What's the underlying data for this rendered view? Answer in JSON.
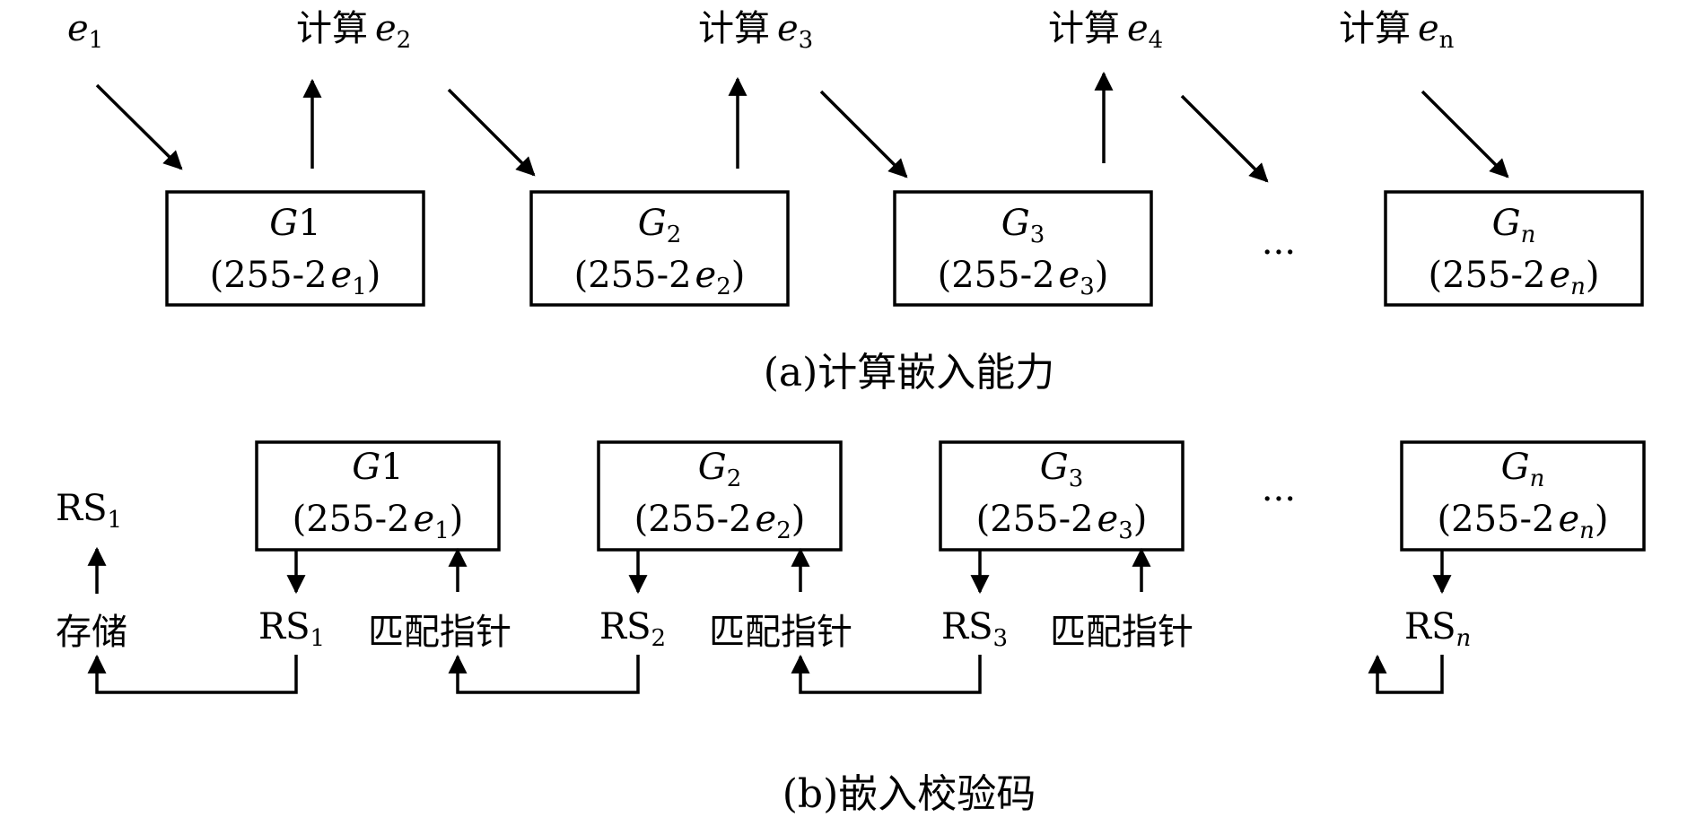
{
  "top": {
    "input_label": {
      "var": "e",
      "sub": "1"
    },
    "outputs": [
      {
        "prefix": "计算",
        "var": "e",
        "sub": "2"
      },
      {
        "prefix": "计算",
        "var": "e",
        "sub": "3"
      },
      {
        "prefix": "计算",
        "var": "e",
        "sub": "4"
      },
      {
        "prefix": "计算",
        "var": "e",
        "sub": "n"
      }
    ],
    "boxes": [
      {
        "g": "G",
        "g_sub": "",
        "g_suffix": "1",
        "pre": "(255-2",
        "var": "e",
        "sub": "1",
        "post": ")"
      },
      {
        "g": "G",
        "g_sub": "2",
        "g_suffix": "",
        "pre": "(255-2",
        "var": "e",
        "sub": "2",
        "post": ")"
      },
      {
        "g": "G",
        "g_sub": "3",
        "g_suffix": "",
        "pre": "(255-2",
        "var": "e",
        "sub": "3",
        "post": ")"
      },
      {
        "g": "G",
        "g_sub": "n",
        "g_suffix": "",
        "pre": "(255-2",
        "var": "e",
        "sub": "n",
        "post": ")"
      }
    ],
    "ellipsis": "···",
    "caption": "(a)计算嵌入能力"
  },
  "bottom": {
    "rs_top": {
      "text": "RS",
      "sub": "1"
    },
    "store": "存储",
    "boxes": [
      {
        "g": "G",
        "g_sub": "",
        "g_suffix": "1",
        "pre": "(255-2",
        "var": "e",
        "sub": "1",
        "post": ")"
      },
      {
        "g": "G",
        "g_sub": "2",
        "g_suffix": "",
        "pre": "(255-2",
        "var": "e",
        "sub": "2",
        "post": ")"
      },
      {
        "g": "G",
        "g_sub": "3",
        "g_suffix": "",
        "pre": "(255-2",
        "var": "e",
        "sub": "3",
        "post": ")"
      },
      {
        "g": "G",
        "g_sub": "n",
        "g_suffix": "",
        "pre": "(255-2",
        "var": "e",
        "sub": "n",
        "post": ")"
      }
    ],
    "rs_labels": [
      {
        "text": "RS",
        "sub": "1"
      },
      {
        "text": "RS",
        "sub": "2"
      },
      {
        "text": "RS",
        "sub": "3"
      },
      {
        "text": "RS",
        "sub": "n"
      }
    ],
    "match_labels": [
      "匹配指针",
      "匹配指针",
      "匹配指针"
    ],
    "ellipsis": "···",
    "caption": "(b)嵌入校验码"
  }
}
